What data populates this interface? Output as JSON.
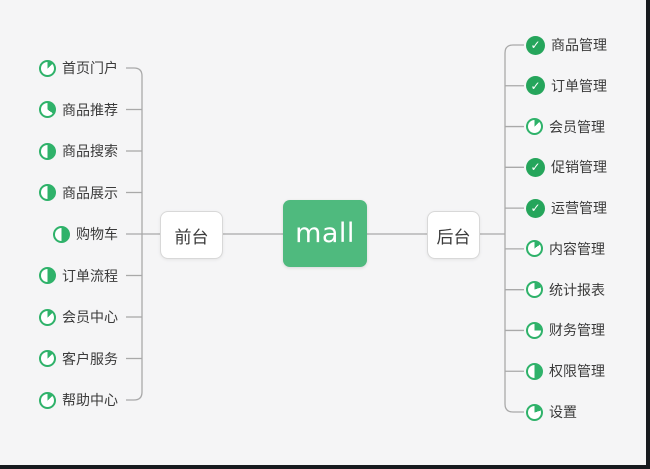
{
  "root": {
    "label": "mall"
  },
  "branches": {
    "front": {
      "label": "前台",
      "items": [
        {
          "label": "首页门户",
          "progress": 13
        },
        {
          "label": "商品推荐",
          "progress": 35
        },
        {
          "label": "商品搜索",
          "progress": 50
        },
        {
          "label": "商品展示",
          "progress": 50
        },
        {
          "label": "购物车",
          "progress": 50
        },
        {
          "label": "订单流程",
          "progress": 50
        },
        {
          "label": "会员中心",
          "progress": 13
        },
        {
          "label": "客户服务",
          "progress": 13
        },
        {
          "label": "帮助中心",
          "progress": 13
        }
      ]
    },
    "back": {
      "label": "后台",
      "items": [
        {
          "label": "商品管理",
          "progress": 100
        },
        {
          "label": "订单管理",
          "progress": 100
        },
        {
          "label": "会员管理",
          "progress": 13
        },
        {
          "label": "促销管理",
          "progress": 100
        },
        {
          "label": "运营管理",
          "progress": 100
        },
        {
          "label": "内容管理",
          "progress": 15
        },
        {
          "label": "统计报表",
          "progress": 20
        },
        {
          "label": "财务管理",
          "progress": 25
        },
        {
          "label": "权限管理",
          "progress": 50
        },
        {
          "label": "设置",
          "progress": 20
        }
      ]
    }
  },
  "colors": {
    "root_green": "#4fba7e",
    "check_green": "#25a55b",
    "pie_green": "#2fb26a",
    "line_gray": "#a9a9a9",
    "background": "#f5f5f6"
  }
}
